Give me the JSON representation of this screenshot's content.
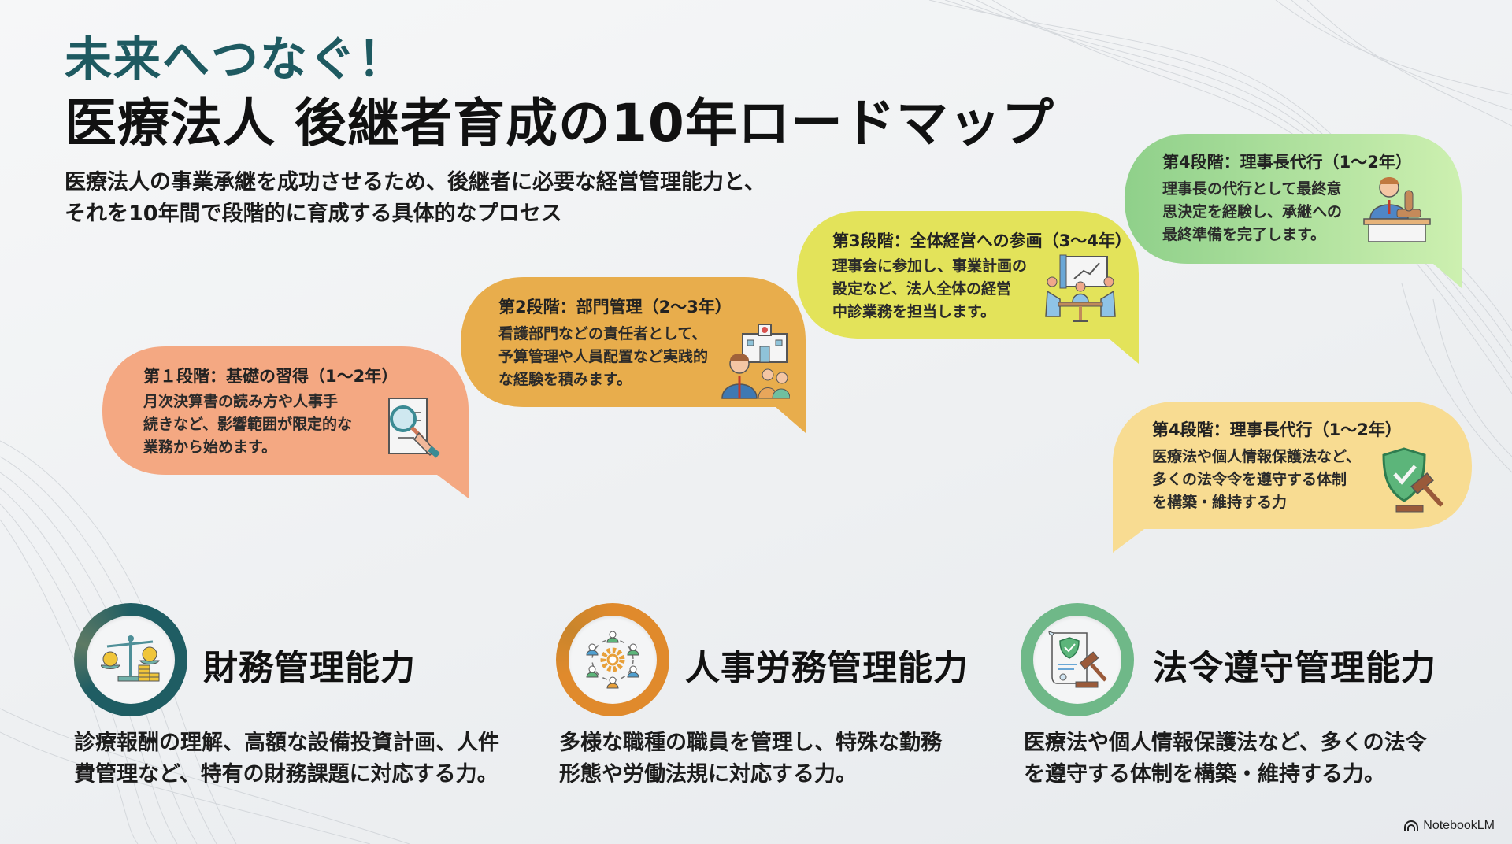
{
  "header": {
    "tagline": "未来へつなぐ！",
    "title": "医療法人 後継者育成の10年ロードマップ",
    "subtitle_lines": [
      "医療法人の事業承継を成功させるため、後継者に必要な経営管理能力と、",
      "それを10年間で段階的に育成する具体的なプロセス"
    ]
  },
  "stages": [
    {
      "title": "第１段階：基礎の習得（1〜2年）",
      "lines": [
        "月次決算書の読み方や人事手",
        "続きなど、影響範囲が限定的な",
        "業務から始めます。"
      ],
      "icon": "document-magnifier-icon",
      "color": "#f4a882"
    },
    {
      "title": "第2段階：部門管理（2〜3年）",
      "lines": [
        "看護部門などの責任者として、",
        "予算管理や人員配置など実践的",
        "な経験を積みます。"
      ],
      "icon": "hospital-manager-icon",
      "color": "#e8ad4c"
    },
    {
      "title": "第3段階：全体経営への参画（3〜4年）",
      "lines": [
        "理事会に参加し、事業計画の",
        "設定など、法人全体の経営",
        "中診業務を担当します。"
      ],
      "icon": "board-meeting-icon",
      "color": "#e3e35a"
    },
    {
      "title": "第4段階：理事長代行（1〜2年）",
      "lines": [
        "理事長の代行として最終意",
        "思決定を経験し、承継への",
        "最終準備を完了します。"
      ],
      "icon": "executive-stamp-icon",
      "color": "#a9dc8f"
    },
    {
      "title": "第4段階：理事長代行（1〜2年）",
      "lines": [
        "医療法や個人情報保護法など、",
        "多くの法令令を遵守する体制",
        "を構築・維持する力"
      ],
      "icon": "shield-gavel-icon",
      "color": "#f8dc92"
    }
  ],
  "skills": [
    {
      "title": "財務管理能力",
      "lines": [
        "診療報酬の理解、高額な設備投資計画、人件",
        "費管理など、特有の財務課題に対応する力。"
      ],
      "icon": "balance-scale-coins-icon",
      "ring_color": "#1f5d63"
    },
    {
      "title": "人事労務管理能力",
      "lines": [
        "多様な職種の職員を管理し、特殊な勤務",
        "形態や労働法規に対応する力。"
      ],
      "icon": "team-gear-icon",
      "ring_color": "#e08a2c"
    },
    {
      "title": "法令遵守管理能力",
      "lines": [
        "医療法や個人情報保護法など、多くの法令",
        "を遵守する体制を構築・維持する力。"
      ],
      "icon": "legal-document-gavel-icon",
      "ring_color": "#6fb888"
    }
  ],
  "brand": {
    "label": "NotebookLM",
    "icon": "notebooklm-logo-icon"
  }
}
